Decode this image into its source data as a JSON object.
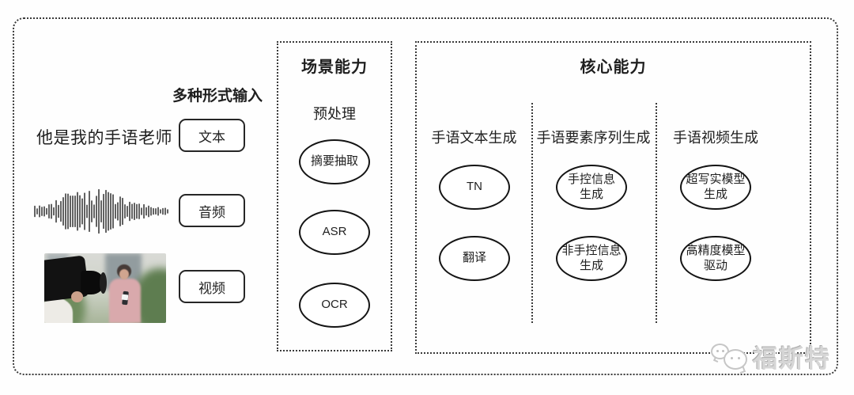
{
  "inputs": {
    "title": "多种形式输入",
    "text_example": "他是我的手语老师",
    "text_label": "文本",
    "audio_label": "音频",
    "video_label": "视频",
    "audio_icon": "audio-waveform-icon",
    "video_icon": "reporter-photo-thumbnail"
  },
  "scene": {
    "title": "场景能力",
    "stage_label": "预处理",
    "nodes": [
      {
        "line1": "摘要抽取",
        "line2": ""
      },
      {
        "line1": "ASR",
        "line2": ""
      },
      {
        "line1": "OCR",
        "line2": ""
      }
    ]
  },
  "core": {
    "title": "核心能力",
    "columns": [
      {
        "header": "手语文本生成",
        "nodes": [
          {
            "line1": "TN",
            "line2": ""
          },
          {
            "line1": "翻译",
            "line2": ""
          }
        ]
      },
      {
        "header": "手语要素序列生成",
        "nodes": [
          {
            "line1": "手控信息",
            "line2": "生成"
          },
          {
            "line1": "非手控信息",
            "line2": "生成"
          }
        ]
      },
      {
        "header": "手语视频生成",
        "nodes": [
          {
            "line1": "超写实模型",
            "line2": "生成"
          },
          {
            "line1": "高精度模型",
            "line2": "驱动"
          }
        ]
      }
    ]
  },
  "watermark": {
    "icon": "wechat-logo-icon",
    "text": "福斯特"
  },
  "colors": {
    "ink": "#1f1f1f",
    "border": "#3a3a3a",
    "background": "#fefefe",
    "watermark_gray": "#c6c6c6"
  }
}
